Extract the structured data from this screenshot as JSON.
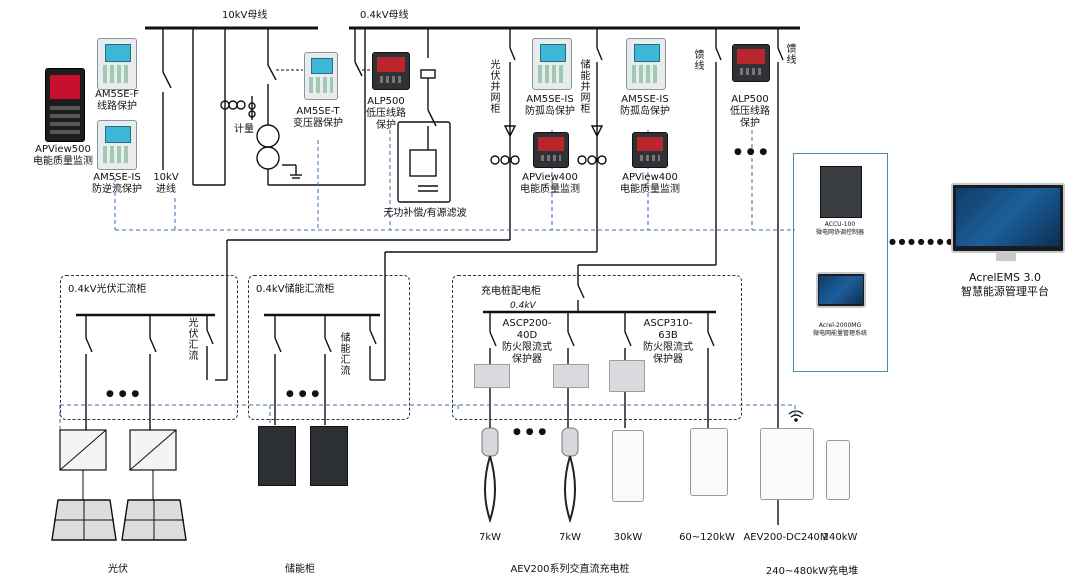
{
  "bus": {
    "hv_label": "10kV母线",
    "lv_label": "0.4kV母线"
  },
  "devices": {
    "apview500": {
      "name": "APView500",
      "desc": "电能质量监测"
    },
    "am5se_f": {
      "name": "AM5SE-F",
      "desc": "线路保护"
    },
    "am5se_is_left": {
      "name": "AM5SE-IS",
      "desc": "防逆流保护"
    },
    "incoming": {
      "line1": "10kV",
      "line2": "进线"
    },
    "metering": "计量",
    "am5se_t": {
      "name": "AM5SE-T",
      "desc": "变压器保护"
    },
    "alp500_left": {
      "name": "ALP500",
      "desc1": "低压线路",
      "desc2": "保护"
    },
    "compensation": "无功补偿/有源滤波",
    "pv_grid_cabinet": "光伏并网柜",
    "am5se_is_pv": {
      "name": "AM5SE-IS",
      "desc": "防孤岛保护"
    },
    "es_grid_cabinet": "储能并网柜",
    "am5se_is_es": {
      "name": "AM5SE-IS",
      "desc": "防孤岛保护"
    },
    "apview400_a": {
      "name": "APView400",
      "desc": "电能质量监测"
    },
    "apview400_b": {
      "name": "APView400",
      "desc": "电能质量监测"
    },
    "feeder_1": "馈线",
    "feeder_2": "馈线",
    "alp500_right": {
      "name": "ALP500",
      "desc1": "低压线路",
      "desc2": "保护"
    },
    "ellipsis": "● ● ●"
  },
  "boxes": {
    "pv_combiner": {
      "title": "0.4kV光伏汇流柜",
      "branch_label": "光伏汇流"
    },
    "es_combiner": {
      "title": "0.4kV储能汇流柜",
      "branch_label": "储能汇流"
    },
    "charging": {
      "title": "充电桩配电柜",
      "bus_label": "0.4kV",
      "ascp200": {
        "name": "ASCP200-",
        "name2": "40D",
        "desc1": "防火限流式",
        "desc2": "保护器"
      },
      "ascp310": {
        "name": "ASCP310-",
        "name2": "63B",
        "desc1": "防火限流式",
        "desc2": "保护器"
      }
    }
  },
  "bottom": {
    "pv": "光伏",
    "es_cabinet": "储能柜",
    "charger_series": "AEV200系列交直流充电桩",
    "p7kw": "7kW",
    "p30kw": "30kW",
    "p60_120": "60~120kW",
    "aev_dc240m": "AEV200-DC240M",
    "p240kw": "240kW",
    "p240_480": "240~480kW充电堆"
  },
  "controller": {
    "accu": {
      "name": "ACCU-100",
      "desc": "微电网协调控制器"
    },
    "acrel2000mg": {
      "name": "Acrel-2000MG",
      "desc": "微电网能量管理系统"
    }
  },
  "platform": {
    "name": "AcrelEMS 3.0",
    "desc": "智慧能源管理平台",
    "dots": "● ● ● ● ● ● ● ● ●"
  },
  "colors": {
    "line": "#111111",
    "comm": "#3b6fb0",
    "panel": "#4a8fa8"
  }
}
